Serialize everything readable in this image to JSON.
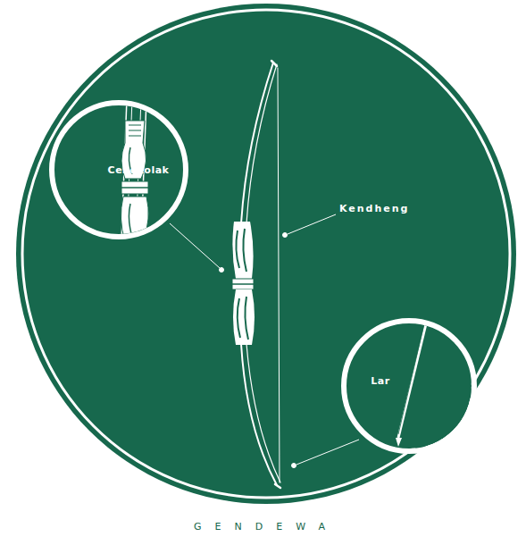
{
  "diagram": {
    "nodes": [
      {
        "text": [
          "Cengkolak"
        ]
      },
      {
        "text": [
          "Lar"
        ]
      }
    ],
    "labels": [
      "Kendheng",
      "GENDEWA"
    ]
  }
}
